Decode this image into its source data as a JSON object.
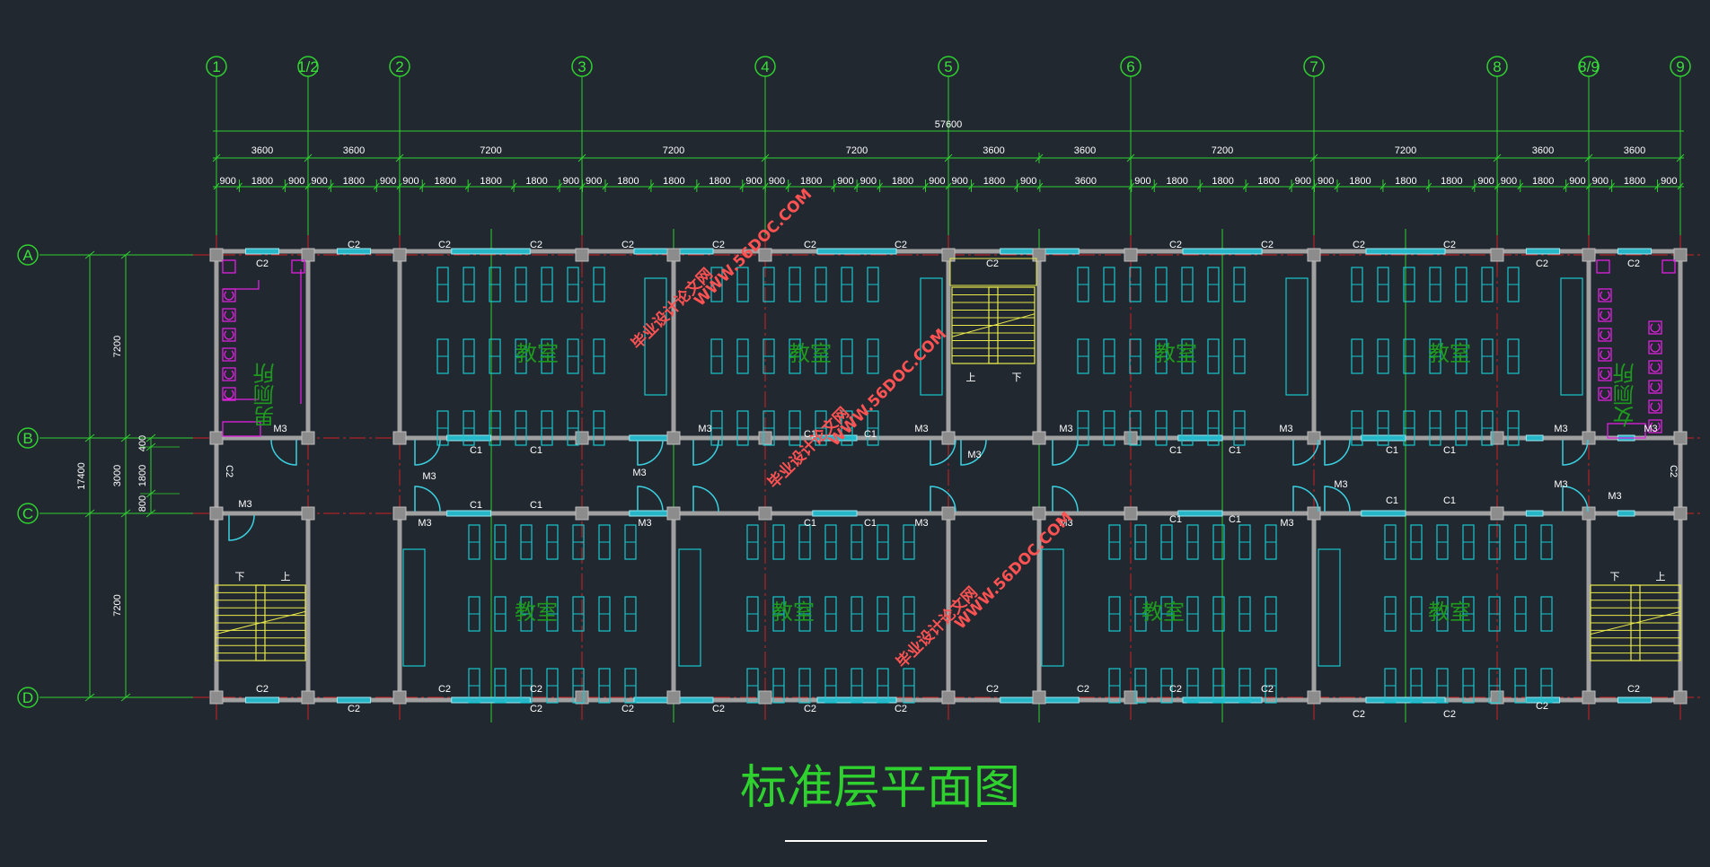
{
  "title": "标准层平面图",
  "grid_axes_vertical": [
    "1",
    "1/2",
    "2",
    "3",
    "4",
    "5",
    "6",
    "7",
    "8",
    "8/9",
    "9"
  ],
  "grid_axes_horizontal": [
    "A",
    "B",
    "C",
    "D"
  ],
  "dimensions": {
    "total": "57600",
    "bays": [
      "3600",
      "3600",
      "7200",
      "7200",
      "7200",
      "3600",
      "3600",
      "7200",
      "7200",
      "3600",
      "3600"
    ],
    "fine": [
      "900",
      "1800",
      "900",
      "900",
      "1800",
      "900",
      "900",
      "1800",
      "1800",
      "1800",
      "900",
      "900",
      "1800",
      "1800",
      "1800",
      "900",
      "900",
      "1800",
      "900",
      "900",
      "1800",
      "900",
      "900",
      "1800",
      "900",
      "3600",
      "900",
      "1800",
      "1800",
      "1800",
      "900",
      "900",
      "1800",
      "1800",
      "1800",
      "900",
      "900",
      "1800",
      "900",
      "900",
      "1800",
      "900"
    ],
    "left_total": "17400",
    "left_rows": [
      "7200",
      "3000",
      "7200"
    ],
    "left_corridor": [
      "400",
      "1800",
      "800"
    ]
  },
  "rooms": {
    "classroom": "教室",
    "mens_toilet": "男厕所",
    "womens_toilet": "女厕所"
  },
  "labels": {
    "c1": "C1",
    "c2": "C2",
    "m3": "M3",
    "up": "上",
    "down": "下"
  },
  "watermark": {
    "site": "WWW.56DOC.COM",
    "name": "毕业设计论文网"
  },
  "colors": {
    "background": "#212830",
    "axis": "#2fd12f",
    "wall": "#a0a0a0",
    "desk": "#18c8d0",
    "fixture": "#e021e0",
    "stair": "#e8e84a",
    "gridline": "#d02020"
  }
}
